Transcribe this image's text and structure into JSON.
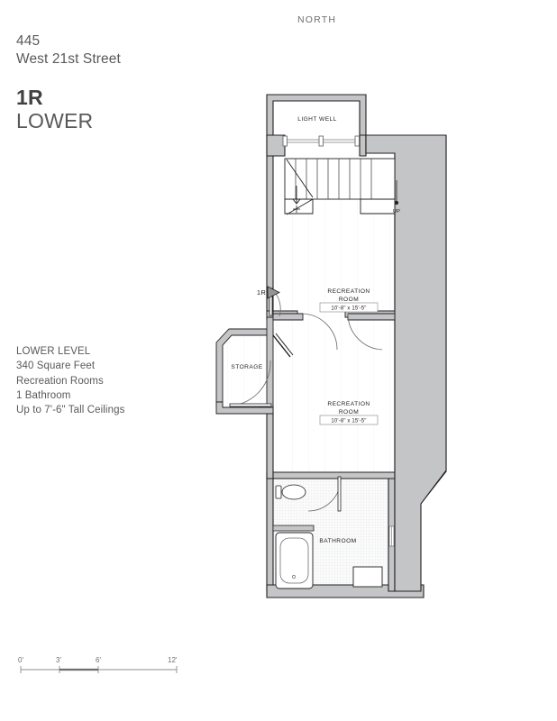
{
  "header": {
    "address_number": "445",
    "address_street": "West 21st Street",
    "unit_id": "1R",
    "unit_level": "LOWER"
  },
  "orientation": {
    "north_label": "NORTH"
  },
  "details": {
    "lines": [
      "LOWER LEVEL",
      "340 Square Feet",
      "Recreation Rooms",
      "1 Bathroom",
      "Up to 7'-6\" Tall Ceilings"
    ]
  },
  "scale": {
    "ticks": [
      "0'",
      "3'",
      "6'",
      "12'"
    ]
  },
  "plan": {
    "entrance_marker": "1R",
    "stair_up_label": "UP",
    "rooms": [
      {
        "id": "light-well",
        "name": "LIGHT WELL",
        "dimensions": ""
      },
      {
        "id": "recreation-room-upper",
        "name_line1": "RECREATION",
        "name_line2": "ROOM",
        "dimensions": "10'-8\" x 15'-5\""
      },
      {
        "id": "recreation-room-lower",
        "name_line1": "RECREATION",
        "name_line2": "ROOM",
        "dimensions": "10'-8\" x 15'-5\""
      },
      {
        "id": "storage",
        "name": "STORAGE",
        "dimensions": ""
      },
      {
        "id": "bathroom",
        "name": "BATHROOM",
        "dimensions": ""
      }
    ]
  },
  "colors": {
    "wall_fill": "#c4c5c7",
    "wall_stroke": "#231f20",
    "floor_fill": "#ffffff",
    "floor_line": "#eceded",
    "text_primary": "#58595b",
    "text_dark": "#231f20",
    "tile_line": "#d8d9da"
  }
}
